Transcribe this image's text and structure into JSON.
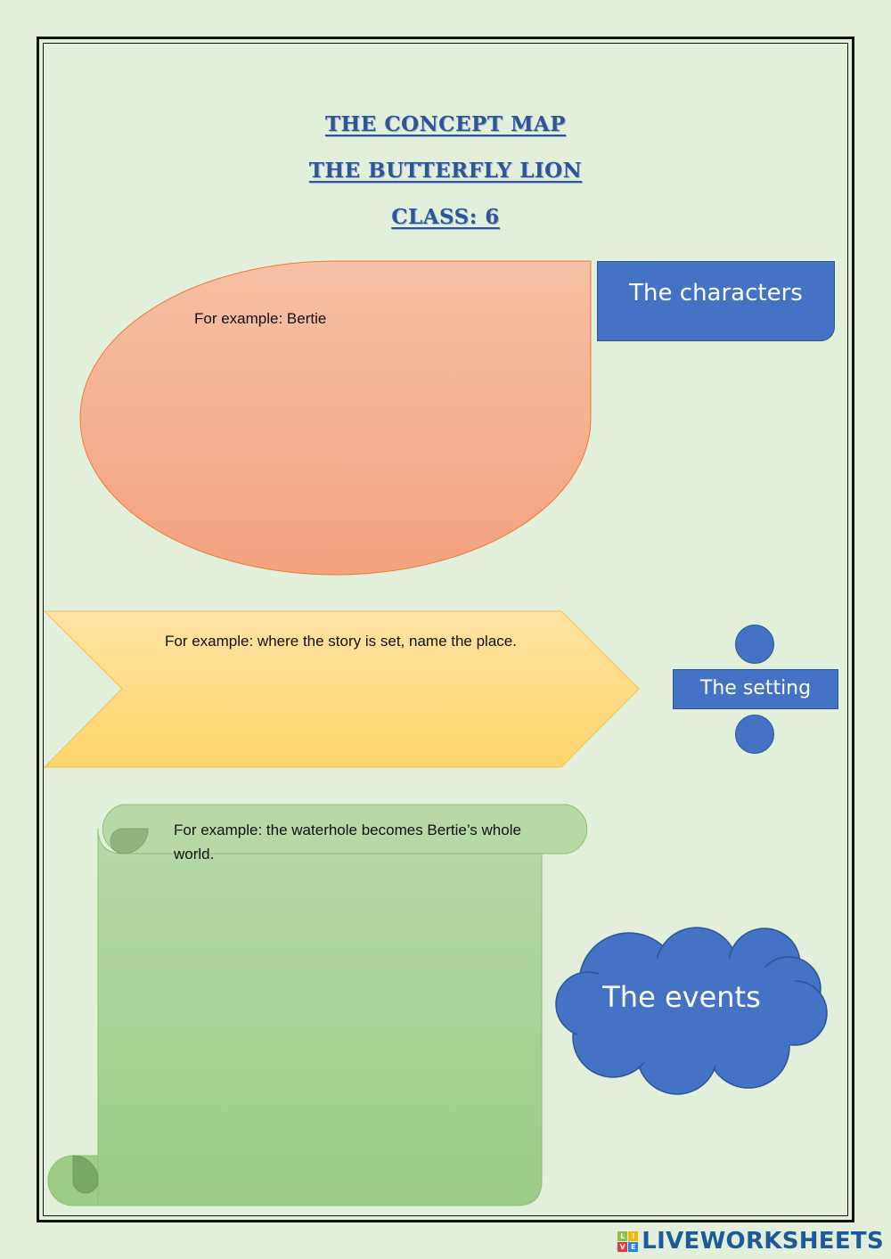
{
  "header": {
    "line1": "The concept map",
    "line2": "The Butterfly Lion",
    "line3": "Class: 6"
  },
  "characters": {
    "label": "The characters",
    "example": "For example: Bertie"
  },
  "setting": {
    "label": "The setting",
    "example": "For example: where the story is set, name the place."
  },
  "events": {
    "label": "The events",
    "example": "For example: the waterhole becomes Bertie’s whole world."
  },
  "footer": {
    "logo_text": "LIVEWORKSHEETS"
  },
  "colors": {
    "background": "#e2efda",
    "title_blue": "#2f5597",
    "label_blue": "#4472c4",
    "teardrop_fill": "#f4b183",
    "arrow_fill": "#ffd966",
    "scroll_fill": "#a9d18e"
  }
}
